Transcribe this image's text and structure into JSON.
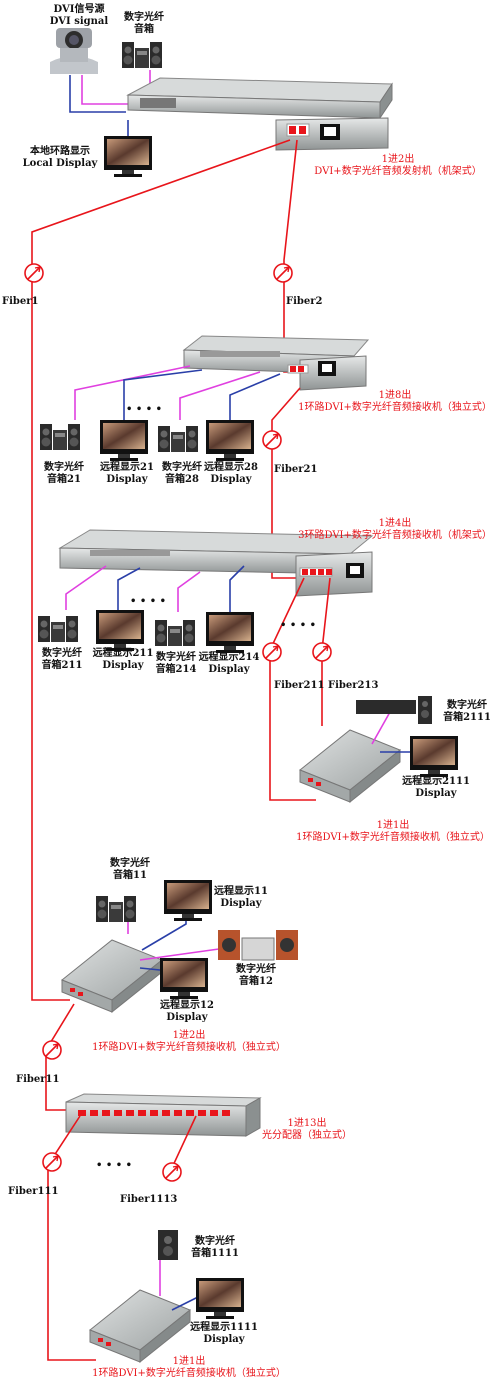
{
  "source": {
    "cn": "DVI信号源",
    "en": "DVI  signal"
  },
  "tx_speaker": {
    "line1": "数字光纤",
    "line2": "音箱"
  },
  "local_display": {
    "cn": "本地环路显示",
    "en": "Local Display"
  },
  "transmitter": {
    "line1": "1进2出",
    "line2": "DVI+数字光纤音频发射机（机架式）"
  },
  "fibers": {
    "f1": "Fiber1",
    "f2": "Fiber2",
    "f21": "Fiber21",
    "f211": "Fiber211",
    "f213": "Fiber213",
    "f11": "Fiber11",
    "f111": "Fiber111",
    "f1113": "Fiber1113"
  },
  "recv8": {
    "line1": "1进8出",
    "line2": "1环路DVI+数字光纤音频接收机（独立式）"
  },
  "recv8_outputs": {
    "spk21_a": "数字光纤",
    "spk21_b": "音箱21",
    "disp21_a": "远程显示21",
    "disp21_b": "Display",
    "spk28_a": "数字光纤",
    "spk28_b": "音箱28",
    "disp28_a": "远程显示28",
    "disp28_b": "Display"
  },
  "recv4": {
    "line1": "1进4出",
    "line2": "3环路DVI+数字光纤音频接收机（机架式）"
  },
  "recv4_outputs": {
    "spk211_a": "数字光纤",
    "spk211_b": "音箱211",
    "disp211_a": "远程显示211",
    "disp211_b": "Display",
    "spk214_a": "数字光纤",
    "spk214_b": "音箱214",
    "disp214_a": "远程显示214",
    "disp214_b": "Display"
  },
  "recv2111": {
    "spk_a": "数字光纤",
    "spk_b": "音箱2111",
    "disp_a": "远程显示2111",
    "disp_b": "Display",
    "line1": "1进1出",
    "line2": "1环路DVI+数字光纤音频接收机（独立式）"
  },
  "recv12": {
    "spk11_a": "数字光纤",
    "spk11_b": "音箱11",
    "disp11_a": "远程显示11",
    "disp11_b": "Display",
    "spk12_a": "数字光纤",
    "spk12_b": "音箱12",
    "disp12_a": "远程显示12",
    "disp12_b": "Display",
    "line1": "1进2出",
    "line2": "1环路DVI+数字光纤音频接收机（独立式）"
  },
  "splitter": {
    "line1": "1进13出",
    "line2": "光分配器（独立式）"
  },
  "recv1111": {
    "spk_a": "数字光纤",
    "spk_b": "音箱1111",
    "disp_a": "远程显示1111",
    "disp_b": "Display",
    "line1": "1进1出",
    "line2": "1环路DVI+数字光纤音频接收机（独立式）"
  },
  "dots": "• • • •",
  "colors": {
    "fiber": "#e8151b",
    "audio": "#e040e0",
    "video": "#2a3fa8",
    "device": "#b9bdbd"
  }
}
